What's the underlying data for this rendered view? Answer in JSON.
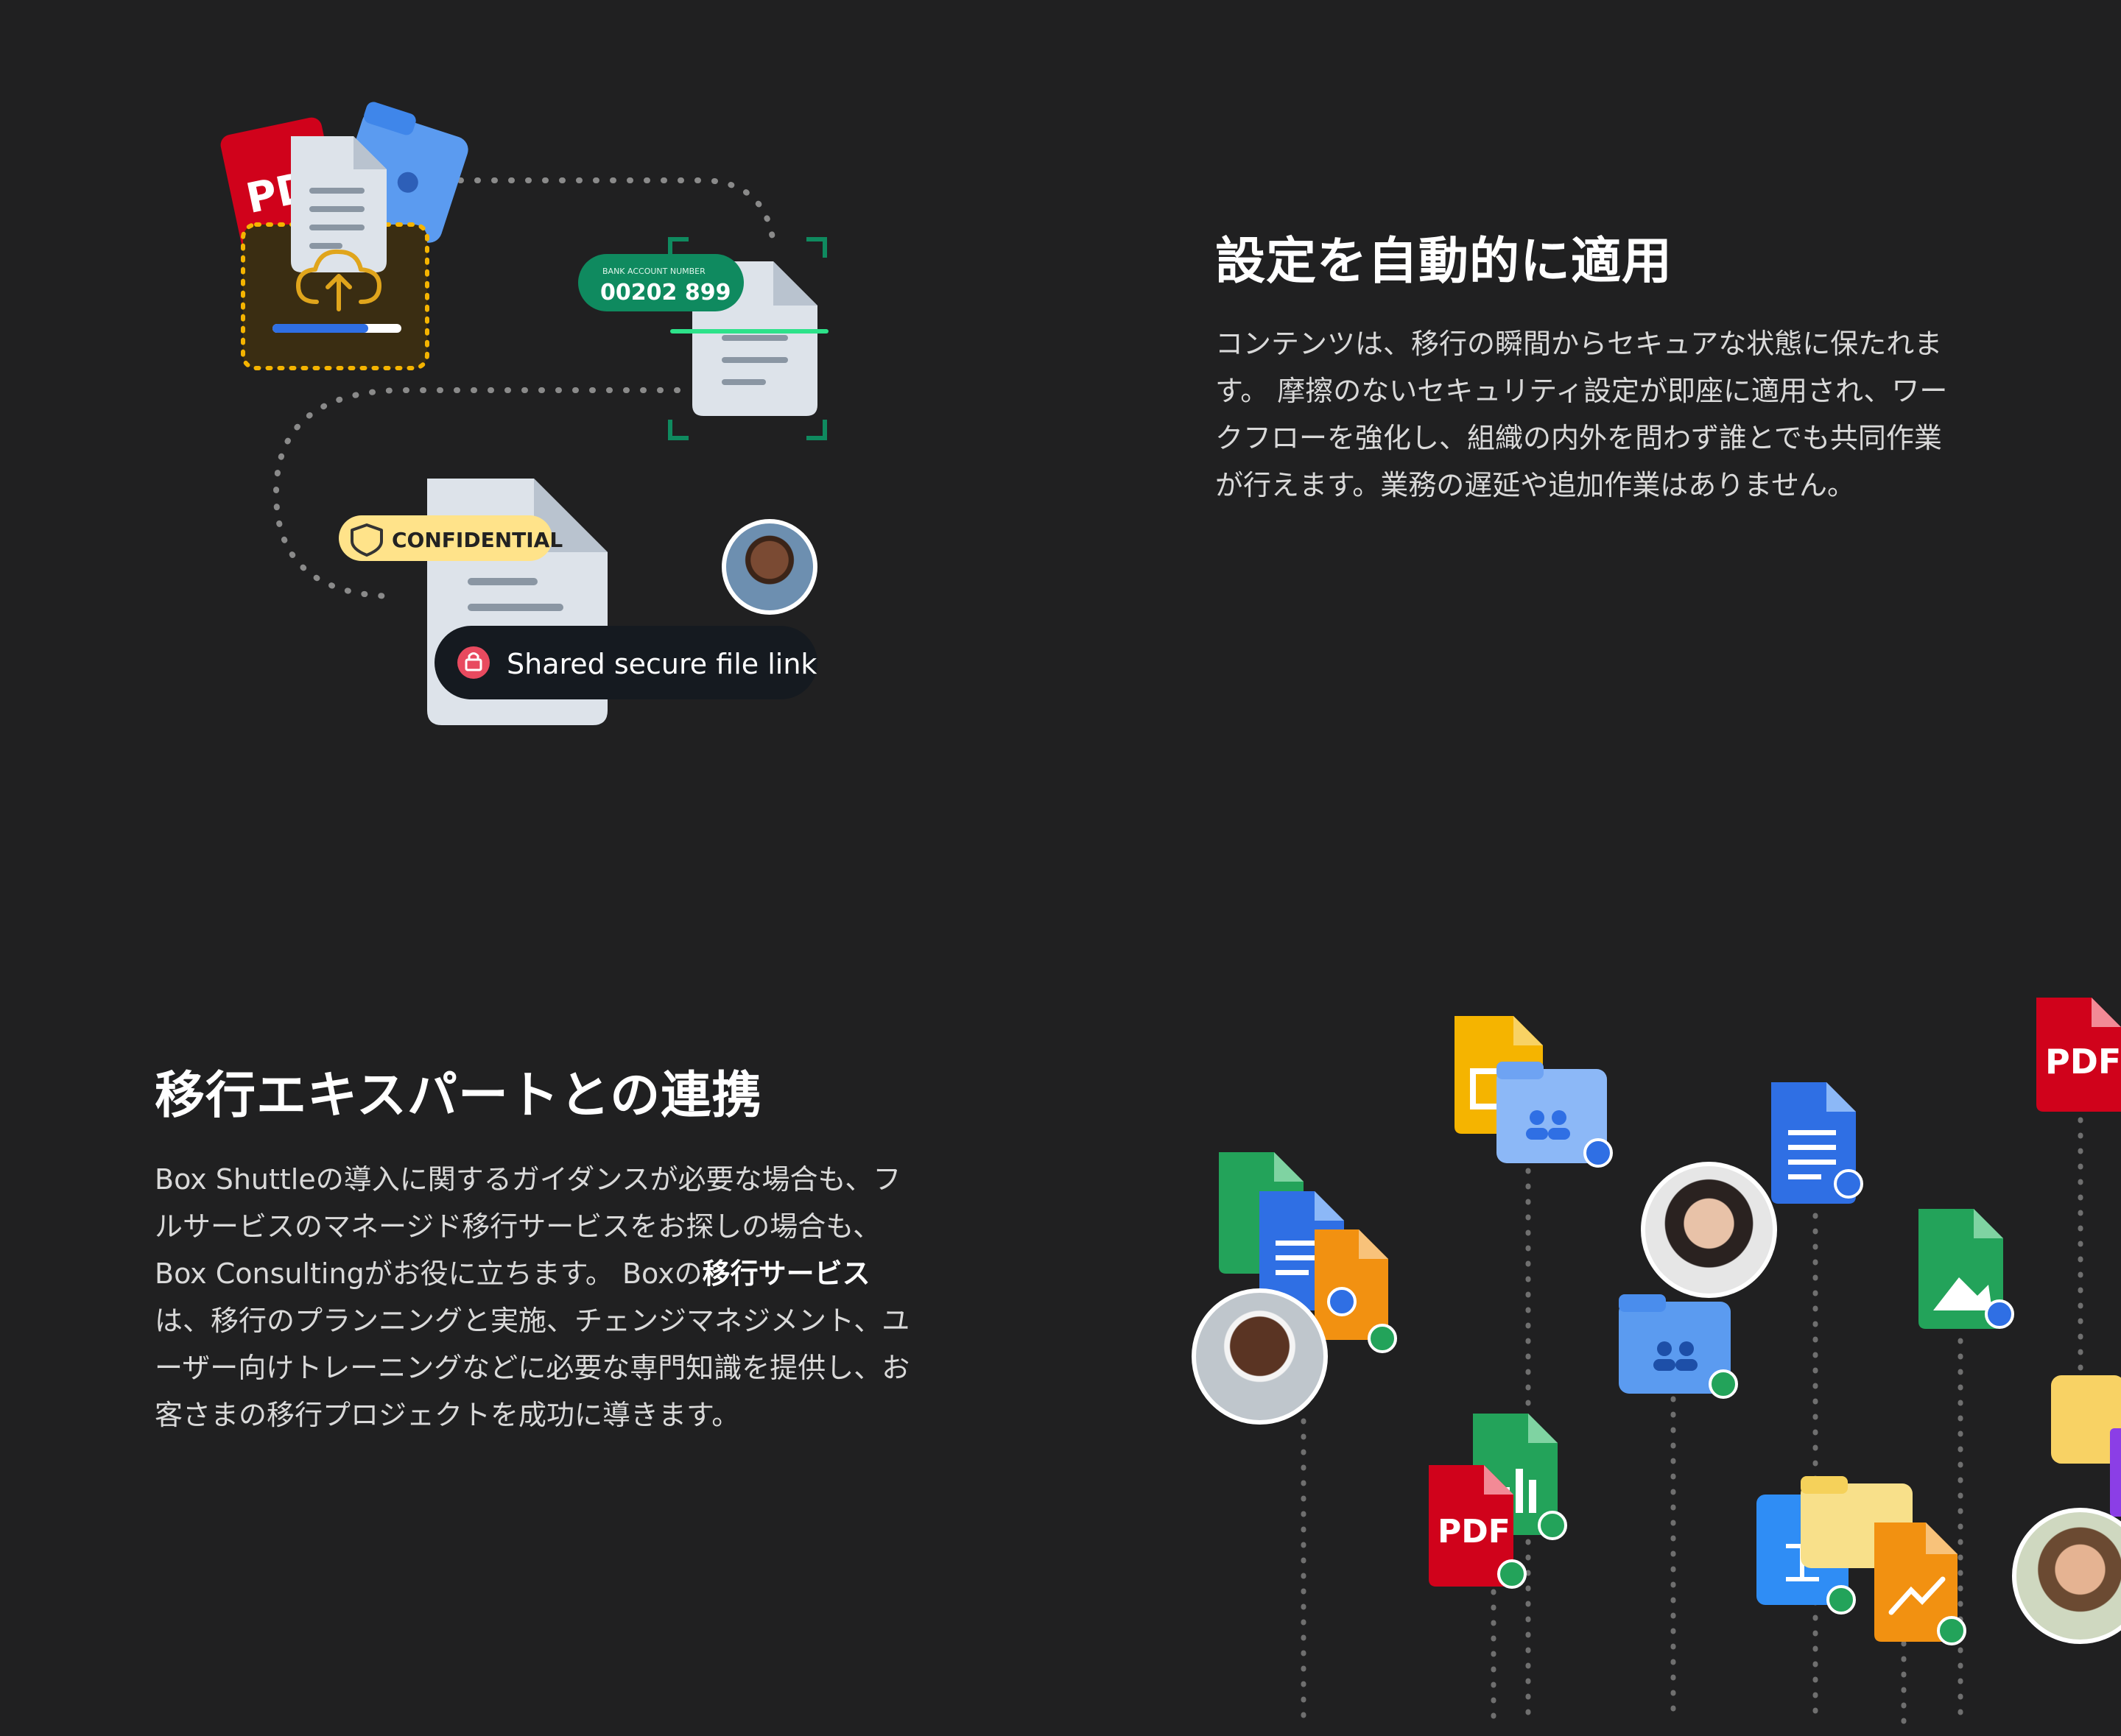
{
  "section1": {
    "title": "設定を自動的に適用",
    "body": "コンテンツは、移行の瞬間からセキュアな状態に保たれます。 摩擦のないセキュリティ設定が即座に適用され、ワークフローを強化し、組織の内外を問わず誰とでも共同作業が行えます。業務の遅延や追加作業はありません。"
  },
  "section2": {
    "title": "移行エキスパートとの連携",
    "body_pre": "Box Shuttleの導入に関するガイダンスが必要な場合も、フルサービスのマネージド移行サービスをお探しの場合も、Box Consultingがお役に立ちます。 Boxの",
    "body_link": "移行サービス",
    "body_post": "は、移行のプランニングと実施、チェンジマネジメント、ユーザー向けトレーニングなどに必要な専門知識を提供し、お客さまの移行プロジェクトを成功に導きます。"
  },
  "illustration1": {
    "pdf_label": "PDF",
    "bank_label": "BANK ACCOUNT NUMBER",
    "bank_number": "00202 899",
    "confidential_label": "CONFIDENTIAL",
    "share_label": "Shared secure file link"
  },
  "illustration2": {
    "pdf_label": "PDF"
  },
  "colors": {
    "background": "#202021",
    "pdf_red": "#d0021b",
    "folder_blue": "#5b9bf0",
    "doc_blue": "#2f6fe4",
    "sheet_green": "#23a35a",
    "slides_yellow": "#f5b400",
    "bank_green": "#0f8a5f",
    "scan_green": "#2de28a",
    "confidential_yellow": "#ffe38a"
  }
}
